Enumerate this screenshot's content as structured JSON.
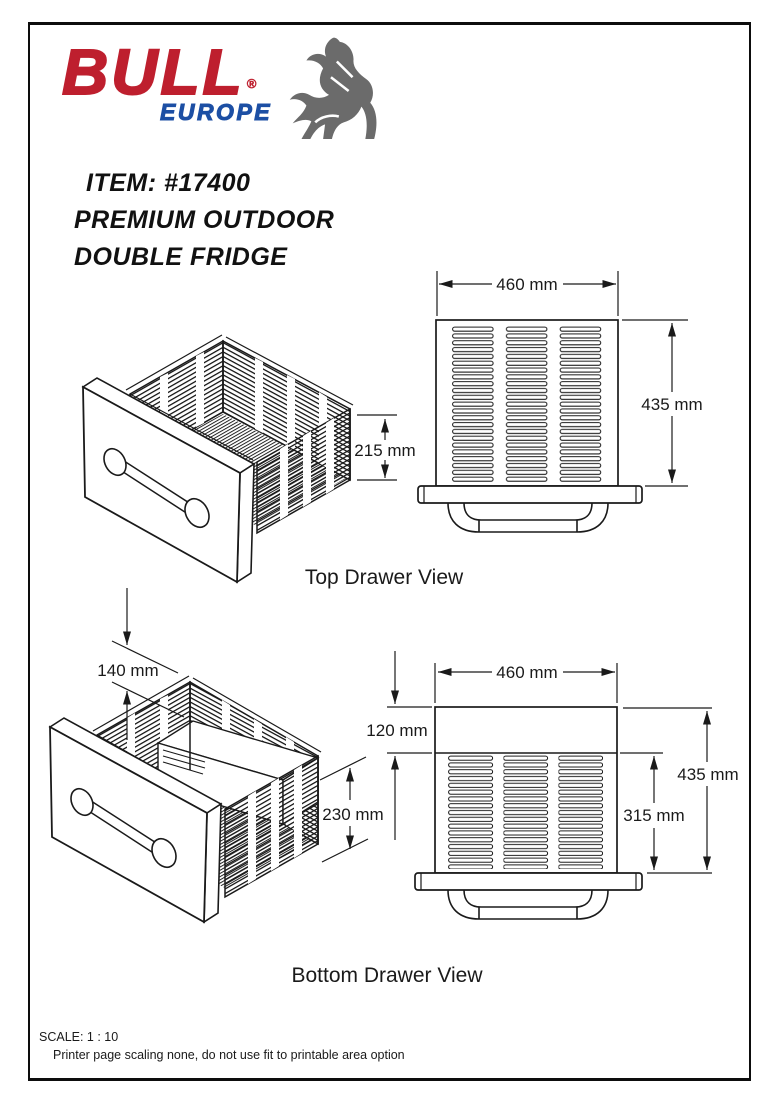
{
  "logo": {
    "brand": "BULL",
    "region": "EUROPE",
    "registered": "®"
  },
  "heading": {
    "line1": "ITEM: #17400",
    "line2": "PREMIUM OUTDOOR",
    "line3": "DOUBLE FRIDGE"
  },
  "views": {
    "top": {
      "label": "Top Drawer View",
      "iso_height": "215 mm",
      "front_width": "460 mm",
      "front_height": "435 mm"
    },
    "bottom": {
      "label": "Bottom Drawer View",
      "step_depth": "140 mm",
      "iso_height": "230 mm",
      "front_width": "460 mm",
      "top_offset": "120 mm",
      "front_height": "435 mm",
      "vent_height": "315 mm"
    }
  },
  "footer": {
    "scale": "SCALE: 1 : 10",
    "note": "Printer page scaling none, do not use fit to printable area option"
  },
  "colors": {
    "brand_red": "#BE1F2E",
    "brand_blue": "#1C4FA4",
    "bull_gray": "#6B6B6B",
    "line": "#1a1a1a"
  }
}
